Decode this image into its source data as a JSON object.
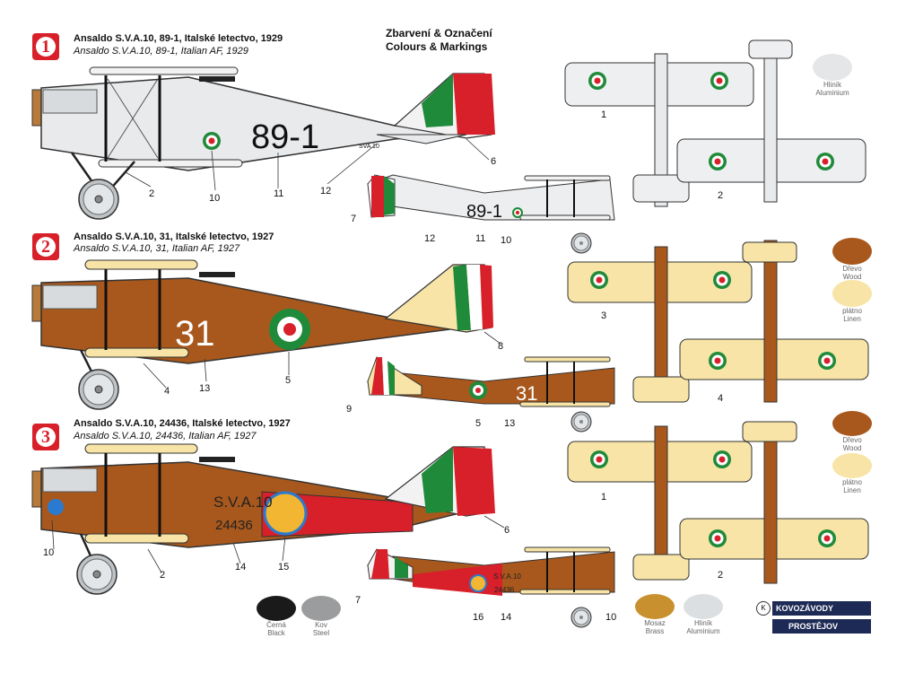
{
  "heading": {
    "czech": "Zbarvení & Označení",
    "english": "Colours & Markings"
  },
  "versions": [
    {
      "number": "1",
      "title_cz": "Ansaldo S.V.A.10, 89-1, Italské letectvo, 1929",
      "title_en": "Ansaldo S.V.A.10, 89-1, Italian AF, 1929",
      "code": "89-1",
      "fin_text": "SVA 10",
      "scheme": "aluminium"
    },
    {
      "number": "2",
      "title_cz": "Ansaldo S.V.A.10, 31, Italské letectvo, 1927",
      "title_en": "Ansaldo S.V.A.10, 31, Italian AF, 1927",
      "code": "31",
      "scheme": "wood-linen"
    },
    {
      "number": "3",
      "title_cz": "Ansaldo S.V.A.10, 24436, Italské letectvo, 1927",
      "title_en": "Ansaldo S.V.A.10, 24436, Italian AF, 1927",
      "code_line1": "S.V.A.10",
      "code_line2": "24436",
      "scheme": "wood-linen-red"
    }
  ],
  "callouts": {
    "p1": [
      "2",
      "10",
      "11",
      "12",
      "6"
    ],
    "p1s": [
      "7",
      "12",
      "11",
      "10"
    ],
    "p1top": [
      "1",
      "2"
    ],
    "p2": [
      "4",
      "13",
      "5",
      "8"
    ],
    "p2s": [
      "9",
      "5",
      "13"
    ],
    "p2top": [
      "3",
      "4"
    ],
    "p3": [
      "10",
      "2",
      "14",
      "15",
      "6"
    ],
    "p3s": [
      "7",
      "16",
      "14",
      "10"
    ],
    "p3top": [
      "1",
      "2"
    ]
  },
  "swatches": [
    {
      "id": "aluminium-top",
      "line1": "Hliník",
      "line2": "Aluminium",
      "color": "#e4e6e8"
    },
    {
      "id": "wood",
      "line1": "Dřevo",
      "line2": "Wood",
      "color": "#a8581c"
    },
    {
      "id": "linen",
      "line1": "plátno",
      "line2": "Linen",
      "color": "#f7e4a6"
    },
    {
      "id": "wood2",
      "line1": "Dřevo",
      "line2": "Wood",
      "color": "#a8581c"
    },
    {
      "id": "linen2",
      "line1": "plátno",
      "line2": "Linen",
      "color": "#f7e4a6"
    },
    {
      "id": "black",
      "line1": "Černá",
      "line2": "Black",
      "color": "#1a1a1a"
    },
    {
      "id": "steel",
      "line1": "Kov",
      "line2": "Steel",
      "color": "#9a9c9e"
    },
    {
      "id": "brass",
      "line1": "Mosaz",
      "line2": "Brass",
      "color": "#c8902e"
    },
    {
      "id": "aluminium",
      "line1": "Hliník",
      "line2": "Aluminium",
      "color": "#dcdfe1"
    }
  ],
  "brand": {
    "line1": "KOVOZÁVODY",
    "line2": "PROSTĚJOV",
    "mark": "K"
  },
  "colors": {
    "red": "#d8202a",
    "green": "#1f8a3a",
    "wood": "#a8581c",
    "linen": "#f7e4a6",
    "aluminium": "#e8eaec",
    "brass": "#c8902e"
  }
}
